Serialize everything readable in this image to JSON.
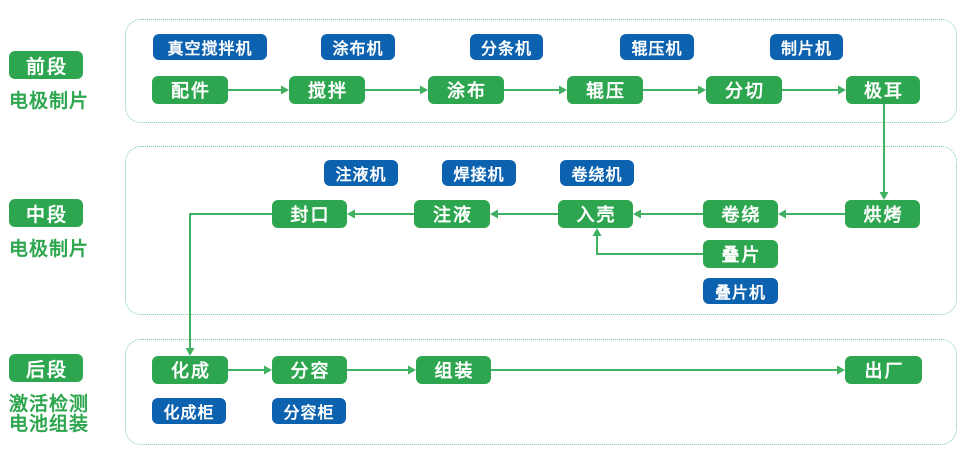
{
  "colors": {
    "step_green": "#2ea64f",
    "machine_blue": "#0c62af",
    "arrow_green": "#3fb160",
    "panel_border": "#7acd96",
    "label_green": "#2ea64f"
  },
  "stages": [
    {
      "label": "前段",
      "sublabels": [
        "电极制片"
      ],
      "machines": [
        "真空搅拌机",
        "涂布机",
        "分条机",
        "辊压机",
        "制片机"
      ],
      "steps": [
        "配件",
        "搅拌",
        "涂布",
        "辊压",
        "分切",
        "极耳"
      ]
    },
    {
      "label": "中段",
      "sublabels": [
        "电极制片"
      ],
      "machines": [
        "注液机",
        "焊接机",
        "卷绕机",
        "叠片机"
      ],
      "steps": [
        "烘烤",
        "卷绕",
        "入壳",
        "注液",
        "封口",
        "叠片"
      ]
    },
    {
      "label": "后段",
      "sublabels": [
        "激活检测",
        "电池组装"
      ],
      "machines": [
        "化成柜",
        "分容柜"
      ],
      "steps": [
        "化成",
        "分容",
        "组装",
        "出厂"
      ]
    }
  ]
}
